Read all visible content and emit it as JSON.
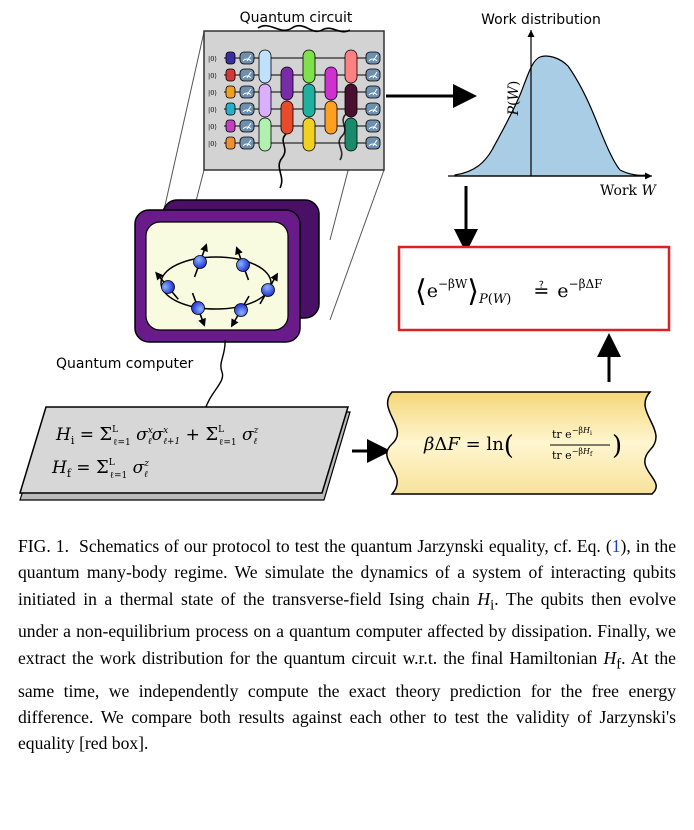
{
  "figure": {
    "circuit_title": "Quantum circuit",
    "qubit_init": [
      "|0⟩",
      "|0⟩",
      "|0⟩",
      "|0⟩",
      "|0⟩",
      "|0⟩"
    ],
    "computer_label": "Quantum computer",
    "work_dist_title": "Work distribution",
    "work_axis_label": "Work W",
    "prob_axis_label": "P(W)",
    "hamiltonian_initial": "H_i = Σ_{ℓ=1}^{L} σ_ℓ^x σ_{ℓ+1}^x + Σ_{ℓ=1}^{L} σ_ℓ^z",
    "hamiltonian_final": "H_f = Σ_{ℓ=1}^{L} σ_ℓ^z",
    "free_energy": "βΔF = ln( tr e^{−βH_i} / tr e^{−βH_f} )",
    "jarzynski_equation": "⟨e^{−βW}⟩_{P(W)} ≟ e^{−βΔF}",
    "colors": {
      "red_box": "#e02020",
      "purple": "#5e1280",
      "scroll": "#fbe79a",
      "dist_fill": "#a9cde4"
    }
  },
  "caption": {
    "lead": "FIG. 1.",
    "text_before_ref": "Schematics of our protocol to test the quantum Jarzynski equality, cf. Eq. (",
    "ref": "1",
    "text_after_ref": "), in the quantum many-body regime. We simulate the dynamics of a system of interacting qubits initiated in a thermal state of the transverse-field Ising chain ",
    "hi": "H",
    "hi_sub": "i",
    "text_mid": ". The qubits then evolve under a non-equilibrium process on a quantum computer affected by dissipation. Finally, we extract the work distribution for the quantum circuit w.r.t. the final Hamiltonian ",
    "hf": "H",
    "hf_sub": "f",
    "text_end": ". At the same time, we independently compute the exact theory prediction for the free energy difference. We compare both results against each other to test the validity of Jarzynski's equality [red box]."
  }
}
